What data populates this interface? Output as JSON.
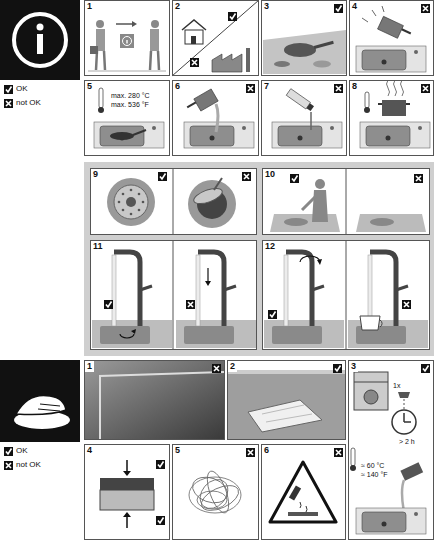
{
  "diagram": {
    "nodes": [
      {
        "text": [
          "1"
        ]
      },
      {
        "text": [
          "2"
        ]
      },
      {
        "text": [
          "3"
        ]
      },
      {
        "text": [
          "4"
        ]
      },
      {
        "text": [
          "5",
          "max. 280 °C",
          "max. 536 °F"
        ]
      },
      {
        "text": [
          "6"
        ]
      },
      {
        "text": [
          "7"
        ]
      },
      {
        "text": [
          "8"
        ]
      },
      {
        "text": [
          "9"
        ]
      },
      {
        "text": [
          "10"
        ]
      },
      {
        "text": [
          "11"
        ]
      },
      {
        "text": [
          "12"
        ]
      },
      {
        "text": [
          "1"
        ]
      },
      {
        "text": [
          "2"
        ]
      },
      {
        "text": [
          "3",
          "1x",
          "> 2 h",
          "≈ 60 °C",
          "≈ 140 °F"
        ]
      },
      {
        "text": [
          "4"
        ]
      },
      {
        "text": [
          "5"
        ]
      },
      {
        "text": [
          "6"
        ]
      }
    ],
    "legend": [
      {
        "text": "OK"
      },
      {
        "text": "not OK"
      },
      {
        "text": "OK"
      },
      {
        "text": "not OK"
      }
    ]
  }
}
